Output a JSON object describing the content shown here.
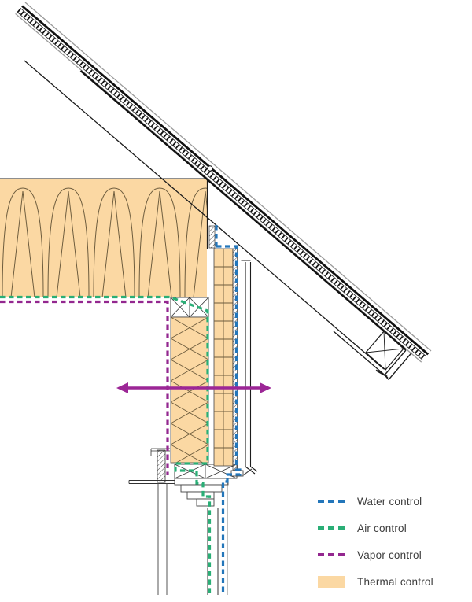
{
  "colors": {
    "water": "#2376ba",
    "air": "#2aae76",
    "vapor": "#93278f",
    "arrow": "#9c2696",
    "thermal": "#fbd8a3",
    "line_dark": "#1c1c1c",
    "line_gray": "#9a9a9a",
    "insulation_line": "#6d5c3d"
  },
  "legend": {
    "items": [
      {
        "label": "Water control",
        "swatch": "dash",
        "color_key": "water"
      },
      {
        "label": "Air control",
        "swatch": "dash",
        "color_key": "air"
      },
      {
        "label": "Vapor control",
        "swatch": "dash",
        "color_key": "vapor"
      },
      {
        "label": "Thermal control",
        "swatch": "solid",
        "color_key": "thermal"
      }
    ]
  },
  "drawing": {
    "kind": "roof-wall junction section detail",
    "flow_arrow": {
      "direction": "horizontal-double-headed",
      "meaning": "vapor drive through wall"
    }
  }
}
